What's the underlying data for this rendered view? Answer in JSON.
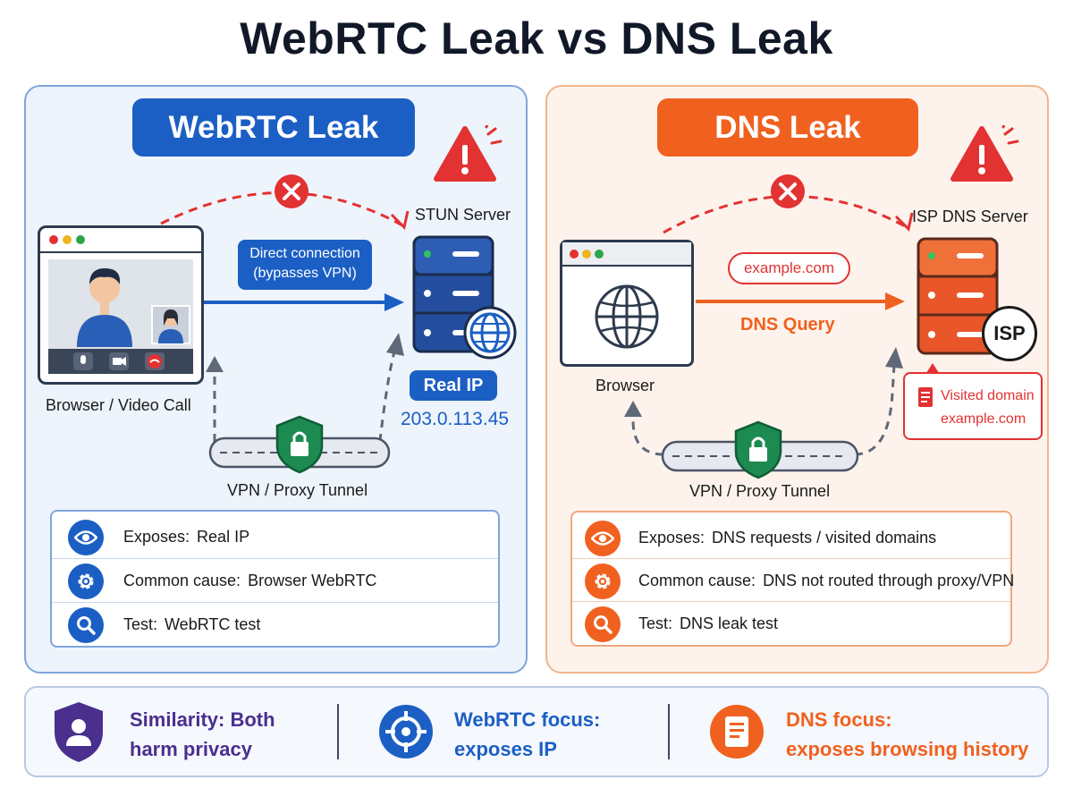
{
  "title": "WebRTC Leak vs DNS Leak",
  "colors": {
    "blue": "#1b5fc4",
    "orange": "#f0611f",
    "red": "#e23232",
    "purple": "#4a2f8f",
    "green": "#1d8a52"
  },
  "webrtc": {
    "title": "WebRTC Leak",
    "server_label": "STUN Server",
    "client_label": "Browser / Video Call",
    "connection_label_line1": "Direct connection",
    "connection_label_line2": "(bypasses VPN)",
    "real_ip_label": "Real IP",
    "real_ip_value": "203.0.113.45",
    "tunnel_label": "VPN / Proxy Tunnel",
    "info": [
      {
        "icon": "eye-icon",
        "key": "Exposes:",
        "value": "Real IP"
      },
      {
        "icon": "gear-icon",
        "key": "Common cause:",
        "value": "Browser WebRTC"
      },
      {
        "icon": "search-icon",
        "key": "Test:",
        "value": "WebRTC test"
      }
    ]
  },
  "dns": {
    "title": "DNS Leak",
    "server_label": "ISP DNS Server",
    "client_label": "Browser",
    "domain_pill": "example.com",
    "query_label": "DNS Query",
    "isp_badge": "ISP",
    "visited_line1": "Visited domain",
    "visited_line2": "example.com",
    "tunnel_label": "VPN / Proxy Tunnel",
    "info": [
      {
        "icon": "eye-icon",
        "key": "Exposes:",
        "value": "DNS requests / visited domains"
      },
      {
        "icon": "gear-icon",
        "key": "Common cause:",
        "value": "DNS not routed through proxy/VPN"
      },
      {
        "icon": "search-icon",
        "key": "Test:",
        "value": "DNS leak test"
      }
    ]
  },
  "bottom": {
    "similarity_line1": "Similarity: Both",
    "similarity_line2": "harm privacy",
    "webrtc_line1": "WebRTC focus:",
    "webrtc_line2": "exposes IP",
    "dns_line1": "DNS focus:",
    "dns_line2": "exposes browsing history"
  }
}
